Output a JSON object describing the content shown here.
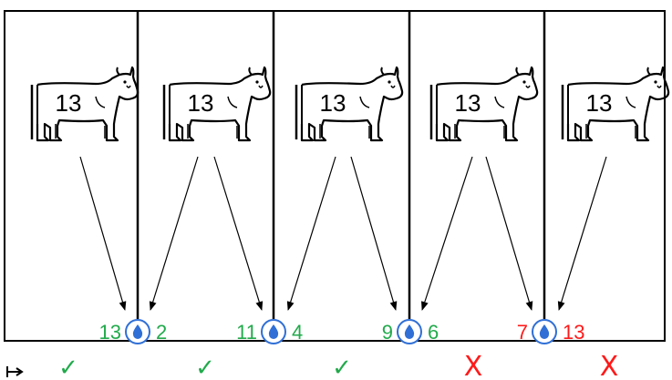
{
  "colors": {
    "green": "#22aa4c",
    "red": "#ff1a1a",
    "blue": "#2f6fd6",
    "line": "#000000"
  },
  "cows": [
    {
      "number": "13"
    },
    {
      "number": "13"
    },
    {
      "number": "13"
    },
    {
      "number": "13"
    },
    {
      "number": "13"
    }
  ],
  "gates": [
    {
      "left_value": "13",
      "right_value": "2",
      "left_color": "green",
      "right_color": "green"
    },
    {
      "left_value": "11",
      "right_value": "4",
      "left_color": "green",
      "right_color": "green"
    },
    {
      "left_value": "9",
      "right_value": "6",
      "left_color": "green",
      "right_color": "green"
    },
    {
      "left_value": "7",
      "right_value": "13",
      "left_color": "red",
      "right_color": "red"
    }
  ],
  "results": [
    {
      "mark": "✓",
      "status": "ok"
    },
    {
      "mark": "✓",
      "status": "ok"
    },
    {
      "mark": "✓",
      "status": "ok"
    },
    {
      "mark": "X",
      "status": "fail"
    },
    {
      "mark": "X",
      "status": "fail"
    }
  ],
  "icons": {
    "start_arrow": "right-arrow-from-bar-icon",
    "cow": "cow-icon",
    "water_drop": "water-drop-icon"
  }
}
